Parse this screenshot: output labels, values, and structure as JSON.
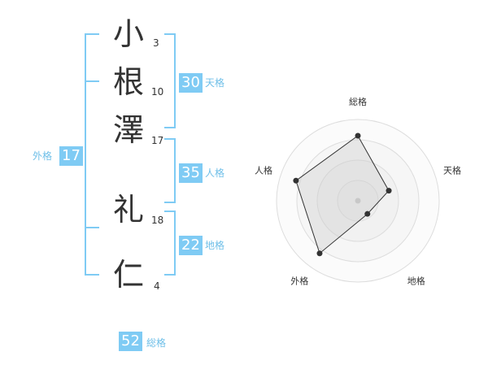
{
  "name": {
    "chars": [
      {
        "char": "小",
        "strokes": "3"
      },
      {
        "char": "根",
        "strokes": "10"
      },
      {
        "char": "澤",
        "strokes": "17"
      },
      {
        "char": "礼",
        "strokes": "18"
      },
      {
        "char": "仁",
        "strokes": "4"
      }
    ]
  },
  "fortunes": {
    "tenkaku": {
      "label": "天格",
      "value": "30"
    },
    "jinkaku": {
      "label": "人格",
      "value": "35"
    },
    "chikaku": {
      "label": "地格",
      "value": "22"
    },
    "gaikaku": {
      "label": "外格",
      "value": "17"
    },
    "soukaku": {
      "label": "総格",
      "value": "52"
    }
  },
  "chart_data": {
    "type": "radar",
    "axes": [
      "総格",
      "天格",
      "地格",
      "外格",
      "人格"
    ],
    "values": [
      0.8,
      0.4,
      0.2,
      0.8,
      0.8
    ],
    "range": [
      0,
      1
    ],
    "rings": 4
  }
}
